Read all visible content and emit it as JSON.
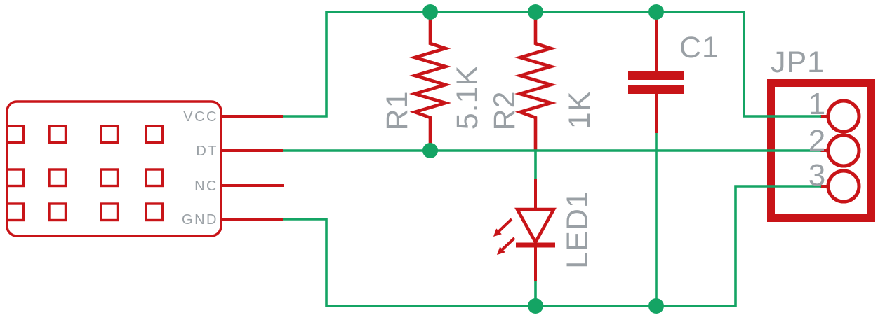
{
  "colors": {
    "component_red": "#c81418",
    "wire_green": "#14a464",
    "label_gray": "#9aa0a5",
    "background": "#ffffff"
  },
  "sensor": {
    "pin_labels": [
      "VCC",
      "DT",
      "NC",
      "GND"
    ]
  },
  "resistors": [
    {
      "ref": "R1",
      "value": "5.1K"
    },
    {
      "ref": "R2",
      "value": "1K"
    }
  ],
  "capacitor": {
    "ref": "C1"
  },
  "led": {
    "ref": "LED1"
  },
  "header": {
    "ref": "JP1",
    "pins": [
      "1",
      "2",
      "3"
    ]
  }
}
